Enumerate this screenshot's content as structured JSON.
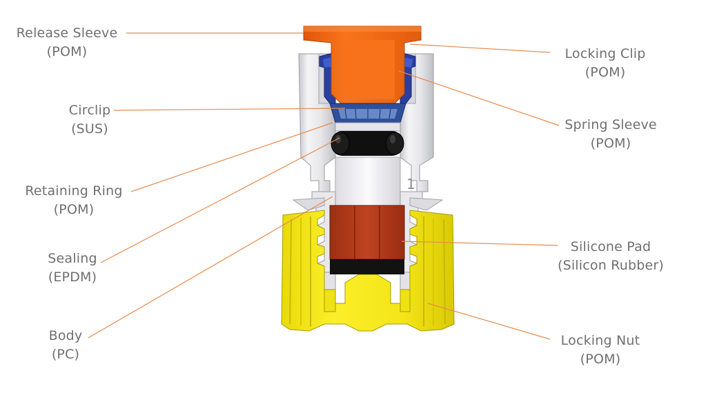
{
  "labels": {
    "release_sleeve": {
      "name": "Release Sleeve",
      "material": "(POM)"
    },
    "circlip": {
      "name": "Circlip",
      "material": "(SUS)"
    },
    "retaining_ring": {
      "name": "Retaining Ring",
      "material": "(POM)"
    },
    "sealing": {
      "name": "Sealing",
      "material": "(EPDM)"
    },
    "body": {
      "name": "Body",
      "material": "(PC)"
    },
    "locking_clip": {
      "name": "Locking Clip",
      "material": "(POM)"
    },
    "spring_sleeve": {
      "name": "Spring Sleeve",
      "material": "(POM)"
    },
    "silicone_pad": {
      "name": "Silicone Pad",
      "material": "(Silicon Rubber)"
    },
    "locking_nut": {
      "name": "Locking Nut",
      "material": "(POM)"
    }
  },
  "body_mark": "1",
  "colors": {
    "leader": "#e8894a",
    "label_text": "#6f6f6f",
    "release_sleeve": "#f06a12",
    "silicone_pad": "#b13a17",
    "locking_nut": "#f2e618",
    "body": "#e6e6ea",
    "circlip": "#2f4f9a",
    "sealing": "#111111"
  }
}
